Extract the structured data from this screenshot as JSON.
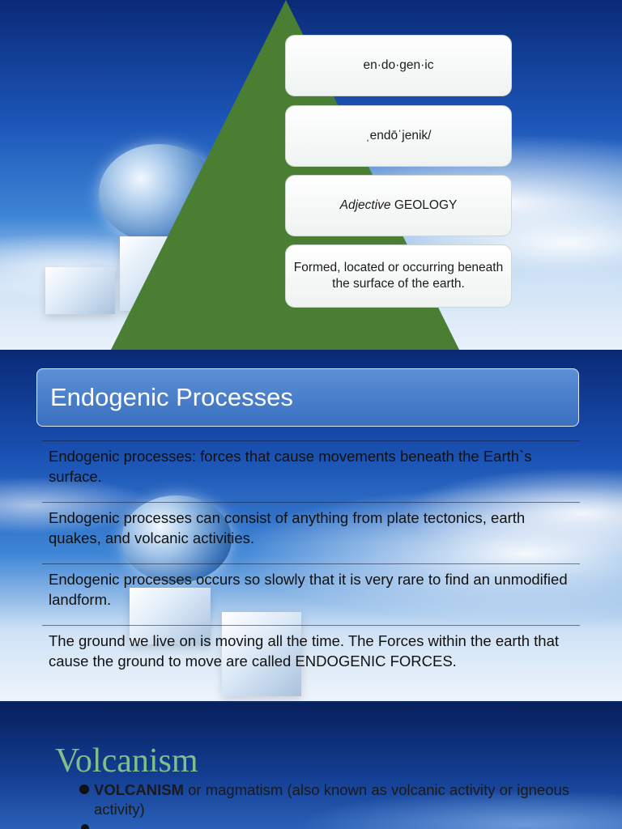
{
  "slides": {
    "definition": {
      "word": "en·do·gen·ic",
      "pronunciation": "ˌendōˈjenik/",
      "part_of_speech": "Adjective",
      "field": "GEOLOGY",
      "meaning": "Formed, located or occurring beneath the surface of the earth.",
      "pyramid_color": "#4a7e33"
    },
    "processes": {
      "title": "Endogenic Processes",
      "bullets": [
        "Endogenic processes: forces that cause movements beneath the Earth`s surface.",
        "Endogenic processes can consist of anything from plate tectonics, earth quakes, and  volcanic activities.",
        "Endogenic processes occurs so slowly that it is very rare to find an unmodified landform.",
        "The ground we live on is moving all the time. The Forces within the earth that cause the ground to move are called ENDOGENIC FORCES."
      ]
    },
    "volcanism": {
      "title": "Volcanism",
      "bullet_bold": "VOLCANISM",
      "bullet_rest": " or magmatism (also known as volcanic activity or igneous activity)",
      "title_color": "#7fc08a"
    }
  }
}
